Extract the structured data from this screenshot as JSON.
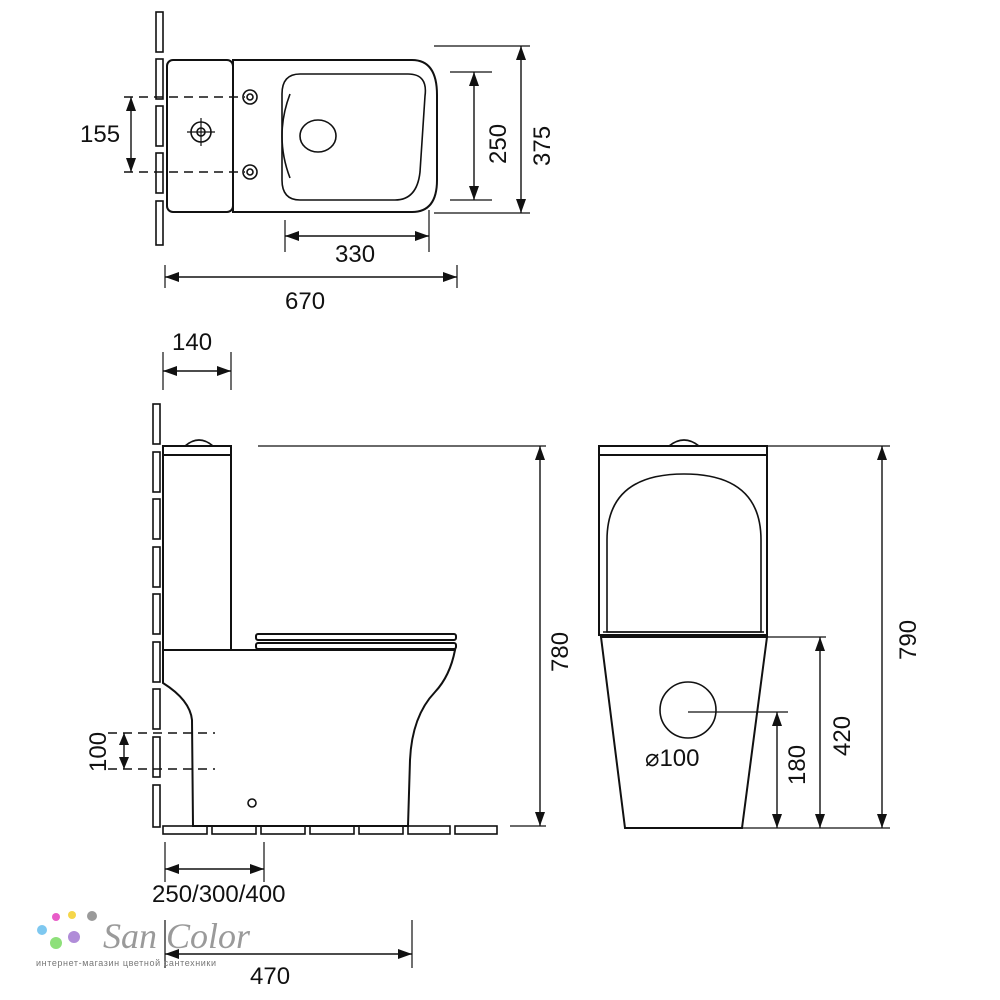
{
  "dimensions": {
    "top_view": {
      "mount_spacing": "155",
      "seat_opening_width": "250",
      "overall_width": "375",
      "bowl_length": "330",
      "overall_length": "670"
    },
    "side_view": {
      "tank_depth": "140",
      "height": "780",
      "outlet_height": "100",
      "wall_to_outlet": "250/300/400",
      "base_length": "470"
    },
    "front_view": {
      "height": "790",
      "seat_height": "420",
      "outlet_center_height": "180",
      "outlet_diameter": "⌀100"
    }
  },
  "brand": {
    "name": "San Color",
    "tagline": "интернет-магазин цветной сантехники",
    "dot_colors": [
      "#e85cc8",
      "#7ec8f0",
      "#f5d64a",
      "#8ee07a",
      "#9a9a9a",
      "#b08cd8"
    ]
  }
}
